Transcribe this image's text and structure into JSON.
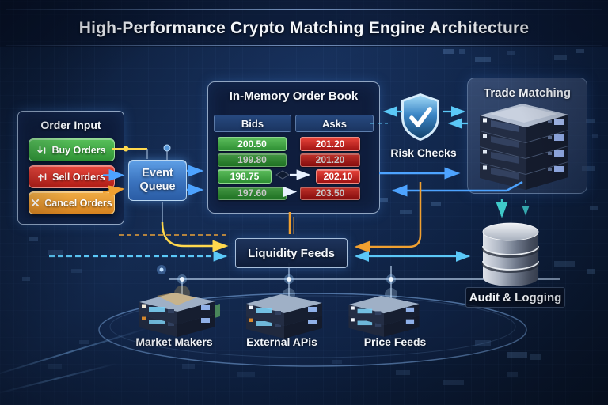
{
  "title": "High-Performance Crypto Matching Engine Architecture",
  "order_input": {
    "title": "Order Input",
    "buttons": [
      {
        "label": "Buy Orders",
        "icon": "buy-arrow",
        "color": "#3fae4a"
      },
      {
        "label": "Sell Orders",
        "icon": "sell-arrow",
        "color": "#cf2e27"
      },
      {
        "label": "Cancel Orders",
        "icon": "cancel-x",
        "color": "#e79a2e"
      }
    ]
  },
  "event_queue": {
    "label": "Event Queue",
    "color": "#3c77c2"
  },
  "order_book": {
    "title": "In-Memory Order Book",
    "columns": [
      "Bids",
      "Asks"
    ],
    "bids": [
      "200.50",
      "199.80",
      "198.75",
      "197.60"
    ],
    "asks": [
      "201.20",
      "201.20",
      "202.10",
      "203.50"
    ],
    "bid_color": "#3fae4a",
    "ask_color": "#cf2e27"
  },
  "risk_checks": {
    "label": "Risk Checks",
    "icon": "shield-check"
  },
  "trade_matching": {
    "label": "Trade Matching",
    "icon": "server-stack"
  },
  "liquidity_feeds": {
    "label": "Liquidity Feeds"
  },
  "audit_logging": {
    "label": "Audit & Logging",
    "icon": "database"
  },
  "bottom_nodes": [
    {
      "label": "Market Makers",
      "icon": "server"
    },
    {
      "label": "External APis",
      "icon": "server"
    },
    {
      "label": "Price Feeds",
      "icon": "server"
    }
  ],
  "connector_colors": {
    "blue": "#4da3ff",
    "cyan": "#5bc8f7",
    "yellow": "#ffd84d",
    "orange": "#f0a030",
    "teal": "#3fc9c9",
    "neutral": "#cfe3ff"
  }
}
